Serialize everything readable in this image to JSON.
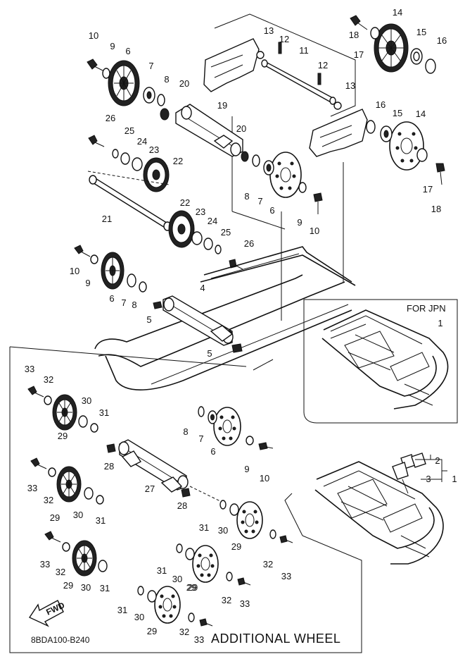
{
  "diagram": {
    "code": "8BDA100-B240",
    "section_for_jpn": "FOR JPN",
    "section_additional": "ADDITIONAL WHEEL",
    "fwd_label": "FWD",
    "callouts": [
      "10",
      "9",
      "6",
      "7",
      "8",
      "20",
      "19",
      "13",
      "12",
      "11",
      "12",
      "13",
      "18",
      "17",
      "14",
      "15",
      "16",
      "26",
      "25",
      "24",
      "23",
      "22",
      "20",
      "8",
      "7",
      "6",
      "9",
      "10",
      "16",
      "15",
      "14",
      "17",
      "18",
      "21",
      "22",
      "23",
      "24",
      "25",
      "26",
      "10",
      "9",
      "6",
      "7",
      "8",
      "4",
      "5",
      "5",
      "1",
      "33",
      "32",
      "30",
      "31",
      "29",
      "8",
      "7",
      "6",
      "9",
      "10",
      "28",
      "27",
      "28",
      "2",
      "3",
      "1",
      "33",
      "32",
      "29",
      "30",
      "31",
      "31",
      "30",
      "29",
      "33",
      "32",
      "29",
      "30",
      "31",
      "31",
      "30",
      "29",
      "32",
      "33",
      "31",
      "30",
      "29",
      "32",
      "33",
      "29",
      "32",
      "33"
    ]
  }
}
